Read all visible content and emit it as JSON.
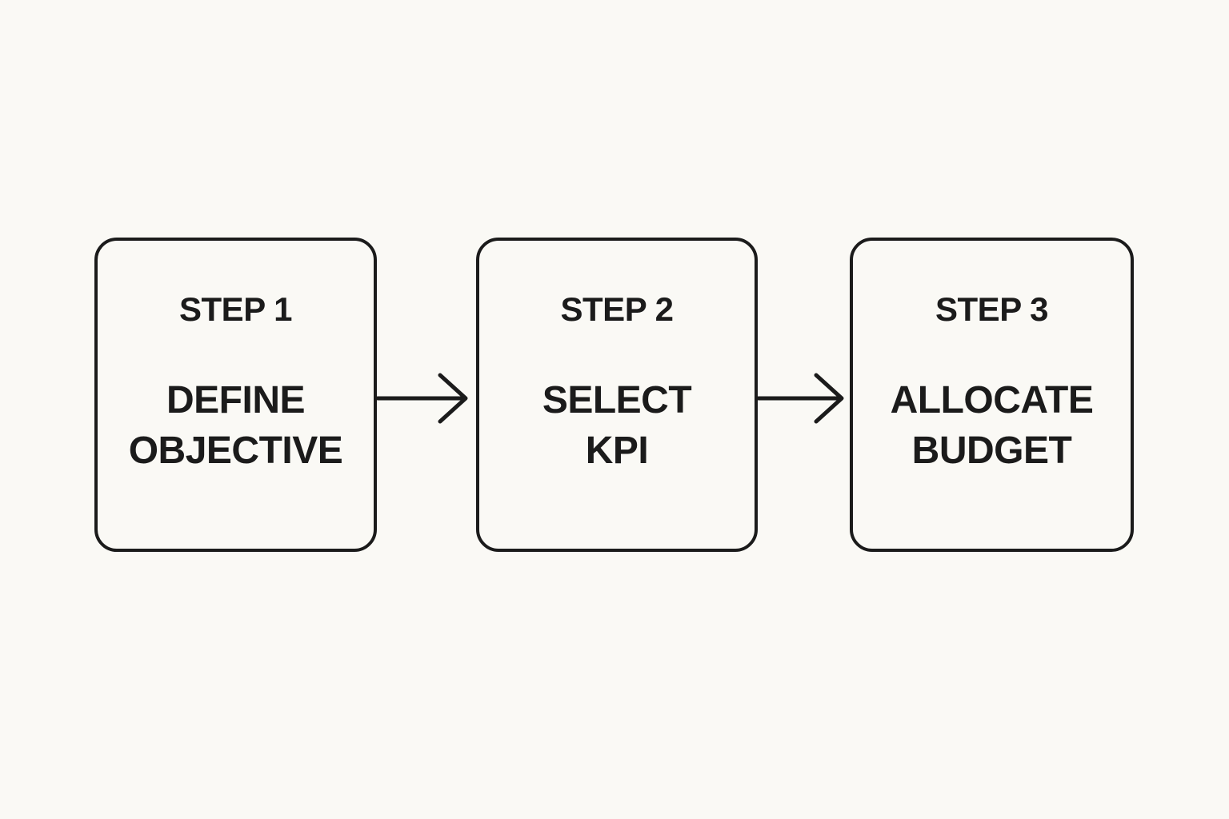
{
  "colors": {
    "background": "#faf9f5",
    "line": "#1b1b1b"
  },
  "diagram": {
    "type": "flowchart",
    "direction": "left-to-right",
    "steps": [
      {
        "label": "STEP 1",
        "title": "DEFINE OBJECTIVE",
        "title_lines": [
          "DEFINE",
          "OBJECTIVE"
        ]
      },
      {
        "label": "STEP 2",
        "title": "SELECT KPI",
        "title_lines": [
          "SELECT",
          "KPI"
        ]
      },
      {
        "label": "STEP 3",
        "title": "ALLOCATE BUDGET",
        "title_lines": [
          "ALLOCATE",
          "BUDGET"
        ]
      }
    ],
    "connectors": [
      {
        "from": "STEP 1",
        "to": "STEP 2",
        "style": "arrow-right"
      },
      {
        "from": "STEP 2",
        "to": "STEP 3",
        "style": "arrow-right"
      }
    ]
  }
}
